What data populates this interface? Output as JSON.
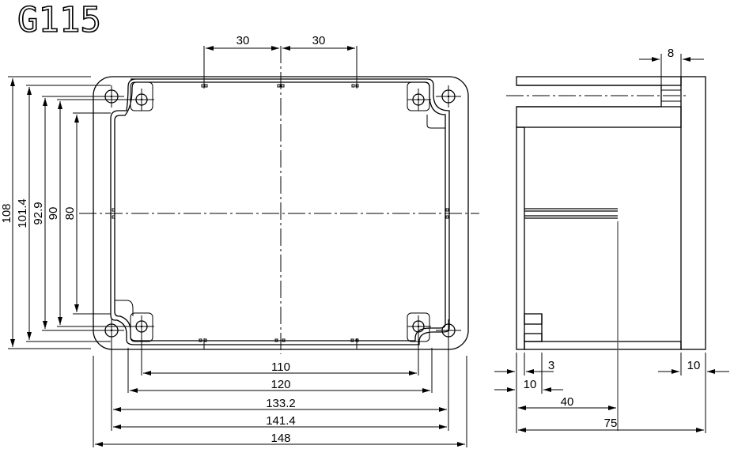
{
  "title": "G115",
  "front_view": {
    "top_dims": [
      "30",
      "30"
    ],
    "left_dims": [
      "108",
      "101.4",
      "92.9",
      "90",
      "80"
    ],
    "bottom_dims": [
      "110",
      "120",
      "133.2",
      "141.4",
      "148"
    ]
  },
  "side_view": {
    "top_dim": "8",
    "bottom_dims": {
      "lip": "3",
      "wall": "10",
      "mid": "40",
      "total": "75",
      "lid": "10"
    }
  },
  "colors": {
    "line": "#000000",
    "background": "#ffffff"
  }
}
